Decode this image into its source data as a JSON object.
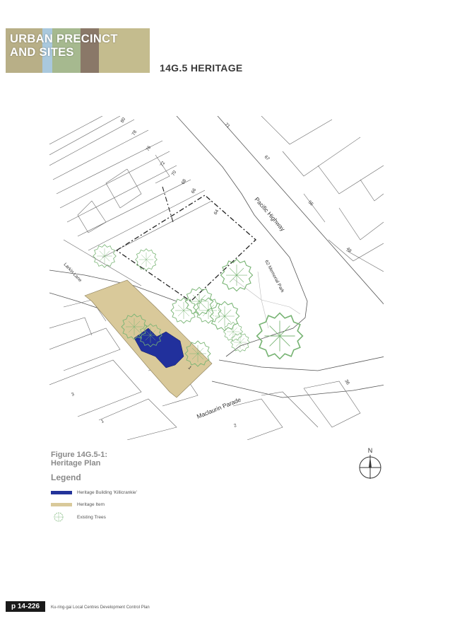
{
  "header": {
    "banner_title": "URBAN PRECINCT\nAND SITES",
    "section_title": "14G.5 HERITAGE",
    "banner_colors": [
      "#b8af87",
      "#a9c8dd",
      "#a6b98f",
      "#8a7868",
      "#c4bc8e"
    ]
  },
  "map": {
    "streets": {
      "pacific_highway": "Pacific Highway",
      "maclaurin_parade": "Maclaurin Parade",
      "larkin_lane": "Larkin Lane"
    },
    "memorial_park": "62 Memorial Park",
    "lot_numbers": [
      "80",
      "78",
      "76",
      "72",
      "70",
      "68",
      "66",
      "64",
      "71",
      "67",
      "55",
      "49",
      "36",
      "2",
      "1",
      "3",
      "1"
    ],
    "colors": {
      "heritage_item": "#d9c99a",
      "heritage_building": "#21309c",
      "trees": "#78b474",
      "lines": "#555555"
    }
  },
  "figure": {
    "title": "Figure 14G.5-1:\nHeritage Plan"
  },
  "legend": {
    "title": "Legend",
    "items": [
      {
        "label": "Heritage Building 'Killicrankie'",
        "color": "#23339a"
      },
      {
        "label": "Heritage Item",
        "color": "#d9c99a"
      },
      {
        "label": "Existing Trees",
        "color": "#78b474"
      }
    ]
  },
  "north_label": "N",
  "footer": {
    "page": "p 14-226",
    "document": "Ku-ring-gai Local Centres Development Control Plan"
  }
}
